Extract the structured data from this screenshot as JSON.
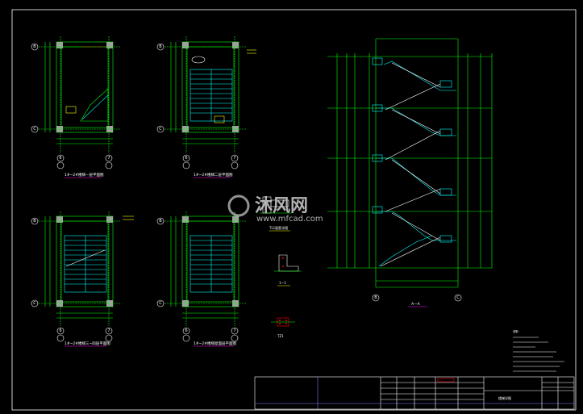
{
  "drawing": {
    "background": "#000000",
    "colors": {
      "wall": "#00ff00",
      "stair": "#00ffff",
      "dim": "#00ff00",
      "text": "#ffffff",
      "column": "#a0a0a0",
      "red": "#ff0000",
      "yellow": "#ffff00",
      "frame": "#ffffff",
      "purple": "#7f7fff"
    },
    "plans": [
      {
        "title": "1#~2#楼梯一层平面图",
        "row_axes": [
          "B",
          "C"
        ],
        "col_axes": [
          "6",
          "7"
        ]
      },
      {
        "title": "1#~2#楼梯二层平面图",
        "row_axes": [
          "B",
          "C"
        ],
        "col_axes": [
          "6",
          "7"
        ]
      },
      {
        "title": "1#~2#楼梯三~四层平面图",
        "row_axes": [
          "B",
          "C"
        ],
        "col_axes": [
          "6",
          "7"
        ]
      },
      {
        "title": "1#~2#楼梯屋面层平面图",
        "row_axes": [
          "B",
          "C"
        ],
        "col_axes": [
          "6",
          "7"
        ]
      }
    ],
    "section": {
      "title": "A—A",
      "axes": [
        "B",
        "C"
      ]
    },
    "details": [
      {
        "title": "TL1配筋详图"
      },
      {
        "title": "1—1"
      },
      {
        "title": "TZ1"
      }
    ],
    "watermark": {
      "text": "沐风网",
      "url": "www.mfcad.com"
    },
    "notes": {
      "heading": "说明："
    },
    "title_block": {
      "drawing_title": "楼梯详图"
    }
  }
}
